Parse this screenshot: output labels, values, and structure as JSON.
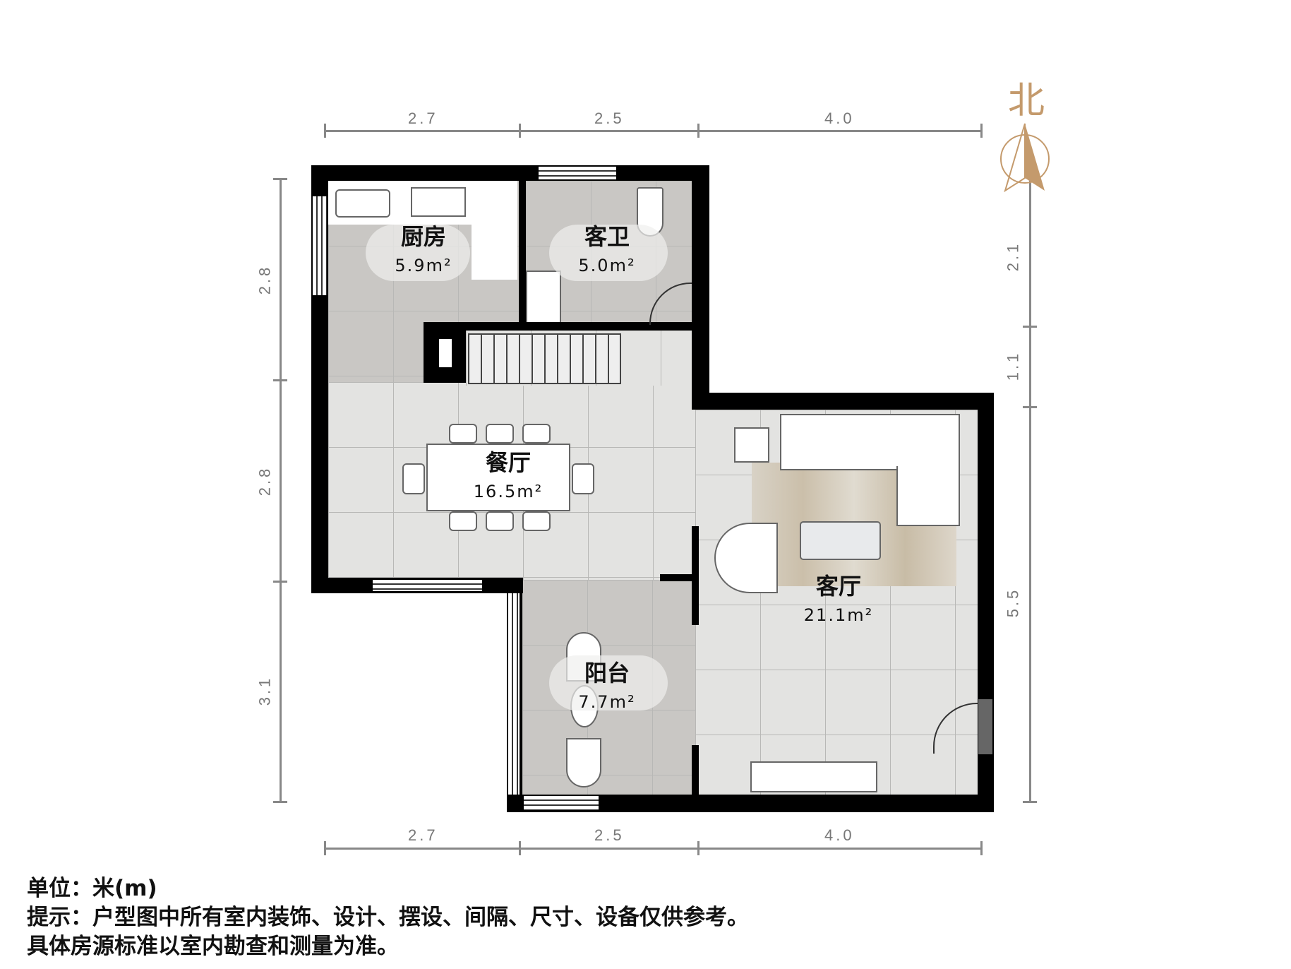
{
  "compass": {
    "label": "北",
    "color": "#c49a6c"
  },
  "dimensions": {
    "top": [
      "2.7",
      "2.5",
      "4.0"
    ],
    "bottom": [
      "2.7",
      "2.5",
      "4.0"
    ],
    "left": [
      "2.8",
      "2.8",
      "3.1"
    ],
    "right": [
      "2.1",
      "1.1",
      "5.5"
    ]
  },
  "rooms": [
    {
      "name": "厨房",
      "area": "5.9m²"
    },
    {
      "name": "客卫",
      "area": "5.0m²"
    },
    {
      "name": "餐厅",
      "area": "16.5m²"
    },
    {
      "name": "客厅",
      "area": "21.1m²"
    },
    {
      "name": "阳台",
      "area": "7.7m²"
    }
  ],
  "notes": {
    "unit": "单位：米(m)",
    "hint": "提示：户型图中所有室内装饰、设计、摆设、间隔、尺寸、设备仅供参考。",
    "standard": "具体房源标准以室内勘查和测量为准。"
  }
}
